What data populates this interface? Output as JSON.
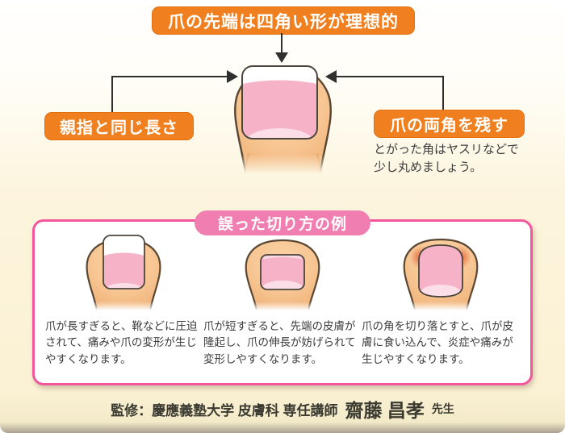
{
  "header": {
    "title": "爪の先端は四角い形が理想的"
  },
  "ideal": {
    "left_label": "親指と同じ長さ",
    "right_label": "爪の両角を残す",
    "right_note_line1": "とがった角はヤスリなどで",
    "right_note_line2": "少し丸めましょう。"
  },
  "wrong": {
    "title": "誤った切り方の例",
    "examples": [
      {
        "id": "nail-too-long",
        "text": "爪が長すぎると、靴などに圧迫されて、痛みや爪の変形が生じやすくなります。"
      },
      {
        "id": "nail-too-short",
        "text": "爪が短すぎると、先端の皮膚が隆起し、爪の伸長が妨げられて変形しやすくなります。"
      },
      {
        "id": "corners-cut-off",
        "text": "爪の角を切り落とすと、爪が皮膚に食い込んで、炎症や痛みが生じやすくなります。"
      }
    ]
  },
  "credit": {
    "prefix": "監修：慶應義塾大学 皮膚科 専任講師",
    "name": "齋藤 昌孝",
    "suffix": "先生"
  },
  "colors": {
    "accent_orange": "#F0801F",
    "accent_pink": "#F07EB1",
    "box_border_pink": "#F2569D",
    "background_cream": "#FBF2D5",
    "nail_pink": "#F6B3C7",
    "skin": "#F7C693",
    "line_dark": "#2F2F2F",
    "text_dark": "#3C3C3C"
  }
}
